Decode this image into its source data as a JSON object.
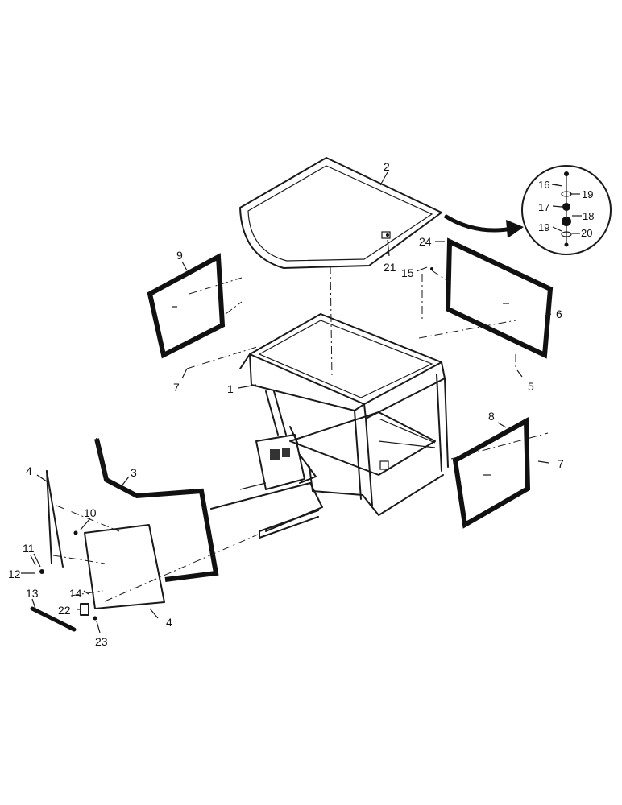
{
  "diagram": {
    "callouts": [
      {
        "id": "c1",
        "text": "1"
      },
      {
        "id": "c2",
        "text": "2"
      },
      {
        "id": "c3",
        "text": "3"
      },
      {
        "id": "c4a",
        "text": "4"
      },
      {
        "id": "c4b",
        "text": "4"
      },
      {
        "id": "c5",
        "text": "5"
      },
      {
        "id": "c6",
        "text": "6"
      },
      {
        "id": "c7a",
        "text": "7"
      },
      {
        "id": "c7b",
        "text": "7"
      },
      {
        "id": "c8",
        "text": "8"
      },
      {
        "id": "c9",
        "text": "9"
      },
      {
        "id": "c10",
        "text": "10"
      },
      {
        "id": "c11",
        "text": "11"
      },
      {
        "id": "c12",
        "text": "12"
      },
      {
        "id": "c13",
        "text": "13"
      },
      {
        "id": "c14",
        "text": "14"
      },
      {
        "id": "c15",
        "text": "15"
      },
      {
        "id": "c16",
        "text": "16"
      },
      {
        "id": "c17",
        "text": "17"
      },
      {
        "id": "c18",
        "text": "18"
      },
      {
        "id": "c19a",
        "text": "19"
      },
      {
        "id": "c19b",
        "text": "19"
      },
      {
        "id": "c20",
        "text": "20"
      },
      {
        "id": "c21",
        "text": "21"
      },
      {
        "id": "c22",
        "text": "22"
      },
      {
        "id": "c23",
        "text": "23"
      },
      {
        "id": "c24",
        "text": "24"
      }
    ]
  }
}
